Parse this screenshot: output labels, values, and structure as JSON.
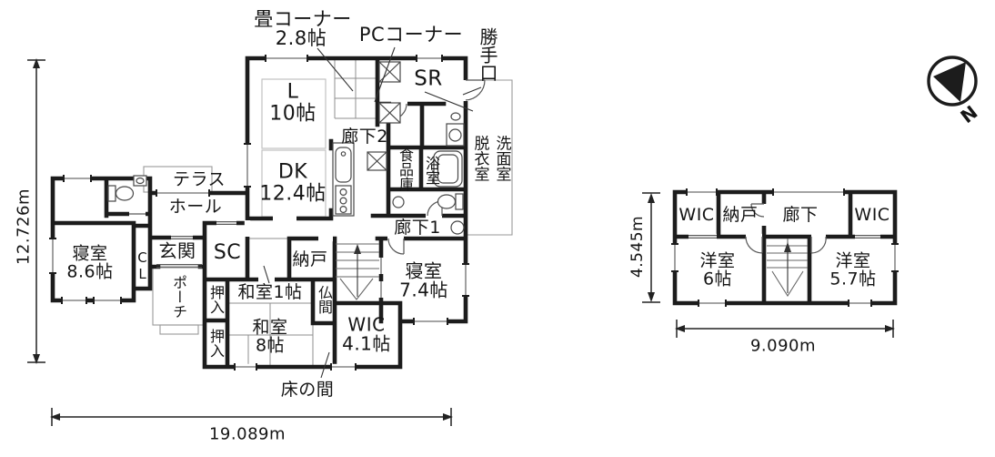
{
  "floor1": {
    "labels": {
      "tatami_corner": "畳コーナー",
      "tatami_size": "2.8帖",
      "pc_corner": "PCコーナー",
      "back_door": "勝手口",
      "storage_room": "SR",
      "living": "L\n10帖",
      "dining_kitchen": "DK\n12.4帖",
      "hallway2": "廊下2",
      "pantry": "食品庫",
      "bath": "浴室",
      "dressing_room": "脱衣室",
      "washroom": "洗面室",
      "hallway1": "廊下1",
      "bedroom_74": "寝室\n7.4帖",
      "wic": "WIC\n4.1帖",
      "terrace": "テラス",
      "hall": "ホール",
      "bedroom_86": "寝室\n8.6帖",
      "closet_cl": "CL",
      "entrance": "玄関",
      "porch": "ポーチ",
      "shoe_closet": "SC",
      "futon_closet_upper": "押入",
      "futon_closet_lower": "押入",
      "japanese_room_1": "和室1帖",
      "japanese_room_8": "和室\n8帖",
      "buddhist_alcove": "仏間",
      "storage_nando": "納戸",
      "tokonoma": "床の間"
    },
    "dimensions": {
      "height": "12.726m",
      "width": "19.089m"
    }
  },
  "floor2": {
    "labels": {
      "wic_left": "WIC",
      "storage_nando": "納戸",
      "hallway": "廊下",
      "wic_right": "WIC",
      "western_room_6": "洋室\n6帖",
      "western_room_57": "洋室\n5.7帖"
    },
    "dimensions": {
      "height": "4.545m",
      "width": "9.090m"
    }
  },
  "compass": {
    "north": "N"
  }
}
